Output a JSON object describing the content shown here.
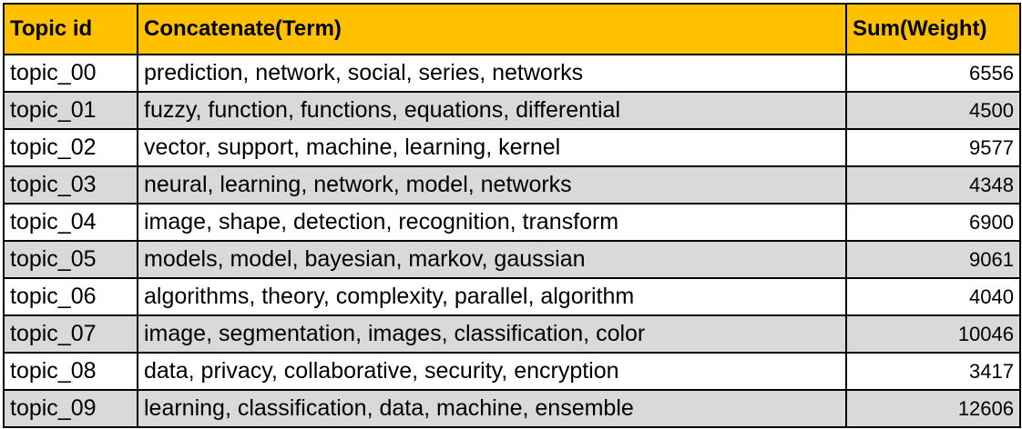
{
  "table": {
    "headers": {
      "topic_id": "Topic id",
      "terms": "Concatenate(Term)",
      "weight": "Sum(Weight)"
    },
    "rows": [
      {
        "topic_id": "topic_00",
        "terms": "prediction, network, social, series, networks",
        "weight": "6556"
      },
      {
        "topic_id": "topic_01",
        "terms": "fuzzy, function, functions, equations, differential",
        "weight": "4500"
      },
      {
        "topic_id": "topic_02",
        "terms": "vector, support, machine, learning, kernel",
        "weight": "9577"
      },
      {
        "topic_id": "topic_03",
        "terms": "neural, learning, network, model, networks",
        "weight": "4348"
      },
      {
        "topic_id": "topic_04",
        "terms": "image, shape, detection, recognition, transform",
        "weight": "6900"
      },
      {
        "topic_id": "topic_05",
        "terms": "models, model, bayesian, markov, gaussian",
        "weight": "9061"
      },
      {
        "topic_id": "topic_06",
        "terms": "algorithms, theory, complexity, parallel, algorithm",
        "weight": "4040"
      },
      {
        "topic_id": "topic_07",
        "terms": "image, segmentation, images, classification, color",
        "weight": "10046"
      },
      {
        "topic_id": "topic_08",
        "terms": "data, privacy, collaborative, security, encryption",
        "weight": "3417"
      },
      {
        "topic_id": "topic_09",
        "terms": "learning, classification, data, machine, ensemble",
        "weight": "12606"
      }
    ]
  },
  "colors": {
    "header_fill": "#ffc000",
    "stripe_fill": "#d9d9d9",
    "border": "#000000"
  }
}
